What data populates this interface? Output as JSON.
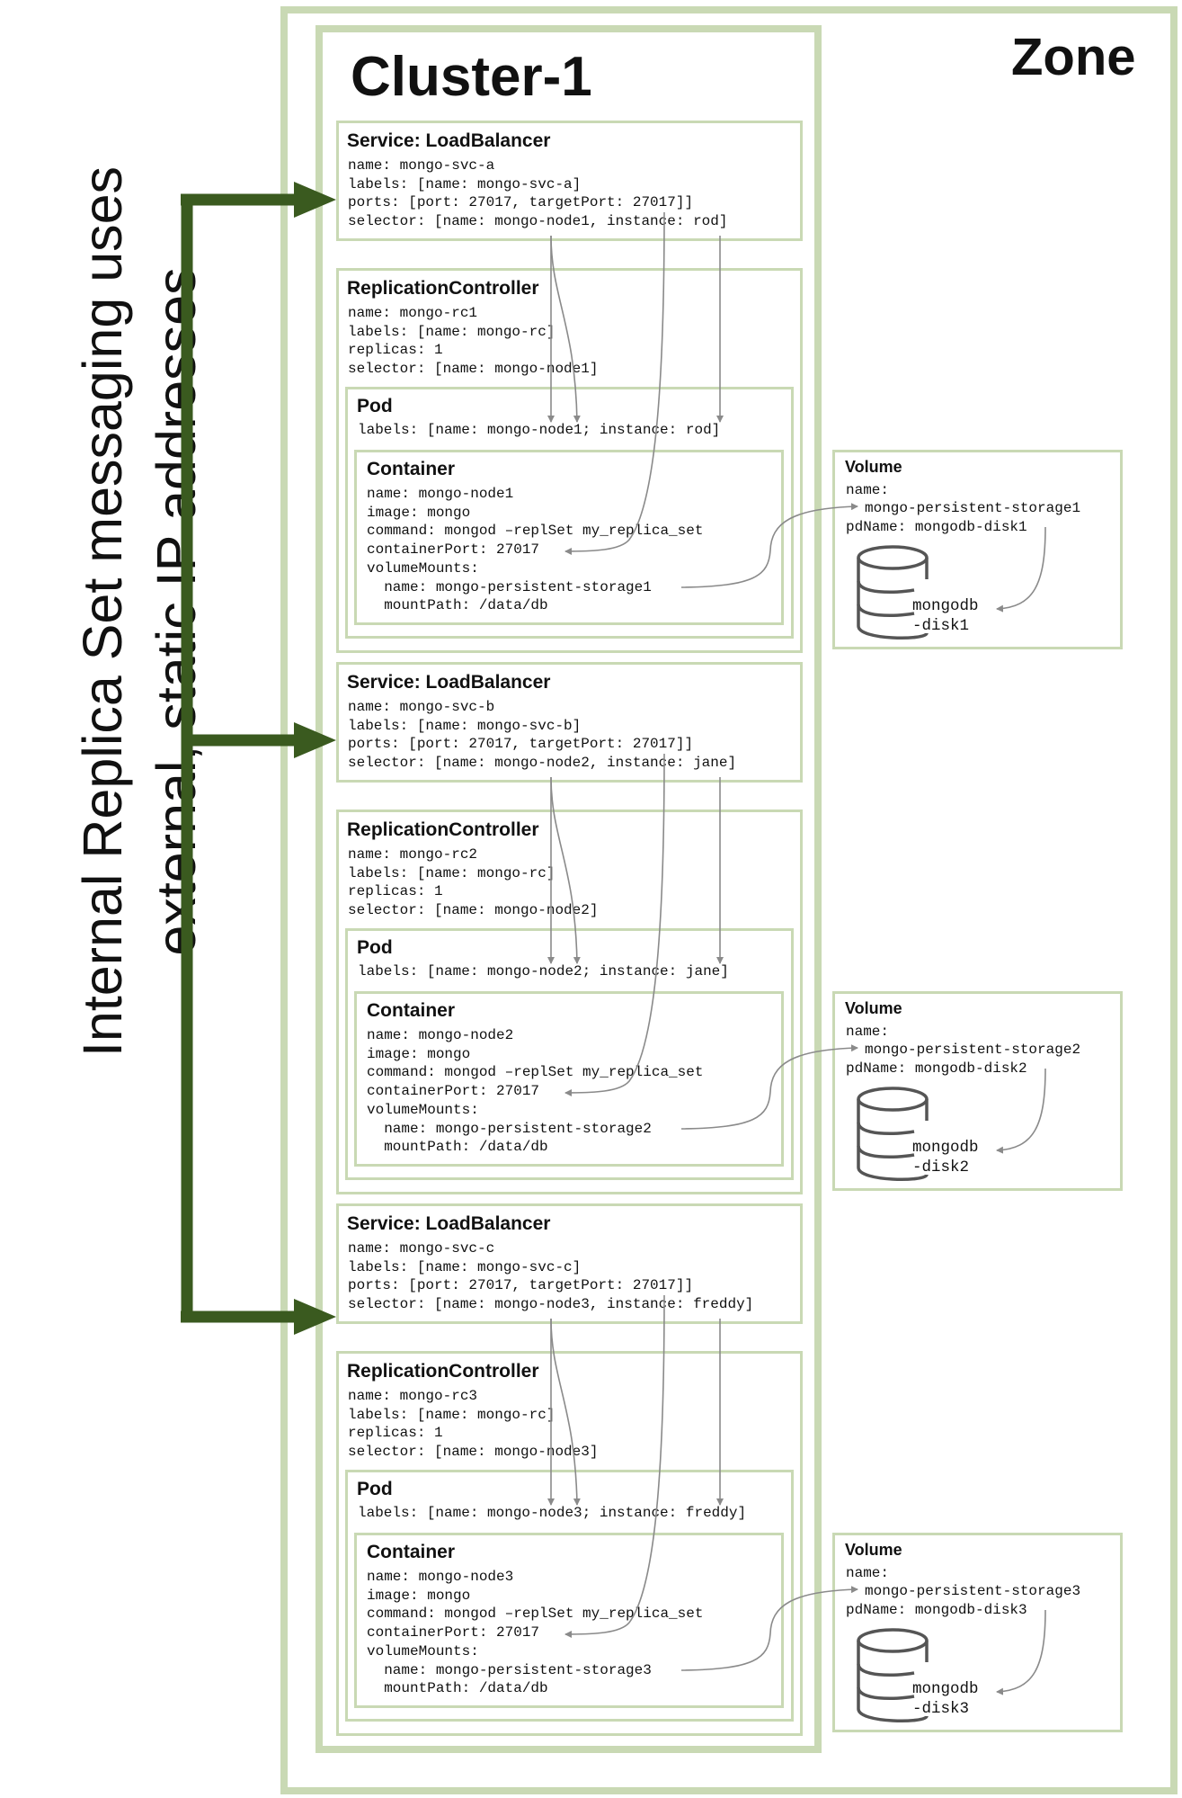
{
  "zone_title": "Zone",
  "cluster_title": "Cluster-1",
  "side_caption": {
    "line1": "Internal Replica Set messaging uses",
    "line2": "external, static IP addresses"
  },
  "colors": {
    "box_border": "#c9d9b4",
    "arrow_green": "#3a5a1f",
    "connector_gray": "#8a8a8a"
  },
  "icons": {
    "disk": "database-cylinder-icon"
  },
  "units": [
    {
      "service": {
        "title": "Service: LoadBalancer",
        "name": "name: mongo-svc-a",
        "labels": "labels: [name: mongo-svc-a]",
        "ports": "ports: [port: 27017, targetPort: 27017]]",
        "selector": "selector: [name: mongo-node1, instance: rod]"
      },
      "rc": {
        "title": "ReplicationController",
        "name": "name: mongo-rc1",
        "labels": "labels: [name: mongo-rc]",
        "replicas": "replicas: 1",
        "selector": "selector: [name: mongo-node1]"
      },
      "pod": {
        "title": "Pod",
        "labels": "labels: [name: mongo-node1; instance: rod]"
      },
      "container": {
        "title": "Container",
        "name": "name: mongo-node1",
        "image": "image: mongo",
        "command": "command: mongod –replSet my_replica_set",
        "port": "containerPort: 27017",
        "mounts": "volumeMounts:",
        "mount_name": "  name: mongo-persistent-storage1",
        "mount_path": "  mountPath: /data/db"
      },
      "volume": {
        "title": "Volume",
        "name_key": "name:",
        "name_value": "mongo-persistent-storage1",
        "pd": "pdName: mongodb-disk1",
        "disk_line1": "mongodb",
        "disk_line2": "-disk1"
      }
    },
    {
      "service": {
        "title": "Service: LoadBalancer",
        "name": "name: mongo-svc-b",
        "labels": "labels: [name: mongo-svc-b]",
        "ports": "ports: [port: 27017, targetPort: 27017]]",
        "selector": "selector: [name: mongo-node2, instance: jane]"
      },
      "rc": {
        "title": "ReplicationController",
        "name": "name: mongo-rc2",
        "labels": "labels: [name: mongo-rc]",
        "replicas": "replicas: 1",
        "selector": "selector: [name: mongo-node2]"
      },
      "pod": {
        "title": "Pod",
        "labels": "labels: [name: mongo-node2; instance: jane]"
      },
      "container": {
        "title": "Container",
        "name": "name: mongo-node2",
        "image": "image: mongo",
        "command": "command: mongod –replSet my_replica_set",
        "port": "containerPort: 27017",
        "mounts": "volumeMounts:",
        "mount_name": "  name: mongo-persistent-storage2",
        "mount_path": "  mountPath: /data/db"
      },
      "volume": {
        "title": "Volume",
        "name_key": "name:",
        "name_value": "mongo-persistent-storage2",
        "pd": "pdName: mongodb-disk2",
        "disk_line1": "mongodb",
        "disk_line2": "-disk2"
      }
    },
    {
      "service": {
        "title": "Service: LoadBalancer",
        "name": "name: mongo-svc-c",
        "labels": "labels: [name: mongo-svc-c]",
        "ports": "ports: [port: 27017, targetPort: 27017]]",
        "selector": "selector: [name: mongo-node3, instance: freddy]"
      },
      "rc": {
        "title": "ReplicationController",
        "name": "name: mongo-rc3",
        "labels": "labels: [name: mongo-rc]",
        "replicas": "replicas: 1",
        "selector": "selector: [name: mongo-node3]"
      },
      "pod": {
        "title": "Pod",
        "labels": "labels: [name: mongo-node3; instance: freddy]"
      },
      "container": {
        "title": "Container",
        "name": "name: mongo-node3",
        "image": "image: mongo",
        "command": "command: mongod –replSet my_replica_set",
        "port": "containerPort: 27017",
        "mounts": "volumeMounts:",
        "mount_name": "  name: mongo-persistent-storage3",
        "mount_path": "  mountPath: /data/db"
      },
      "volume": {
        "title": "Volume",
        "name_key": "name:",
        "name_value": "mongo-persistent-storage3",
        "pd": "pdName: mongodb-disk3",
        "disk_line1": "mongodb",
        "disk_line2": "-disk3"
      }
    }
  ]
}
